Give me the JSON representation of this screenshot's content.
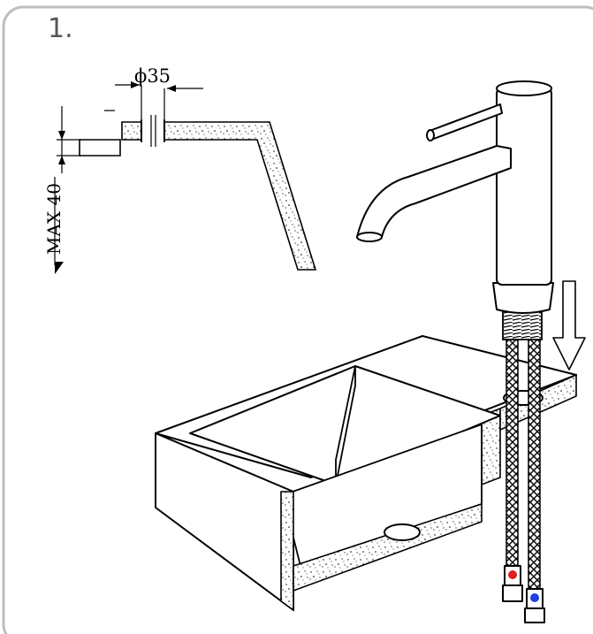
{
  "step": {
    "label": "1."
  },
  "dimensions": {
    "hole_diameter": "ϕ35",
    "max_thickness": "MAX 40"
  },
  "icons": {
    "arrow": "down-arrow-icon",
    "hot": "hot-water-marker-icon",
    "cold": "cold-water-marker-icon"
  },
  "colors": {
    "frame": "#bdbdbd",
    "label": "#555555",
    "hot": "#e02020",
    "cold": "#2040e0"
  }
}
